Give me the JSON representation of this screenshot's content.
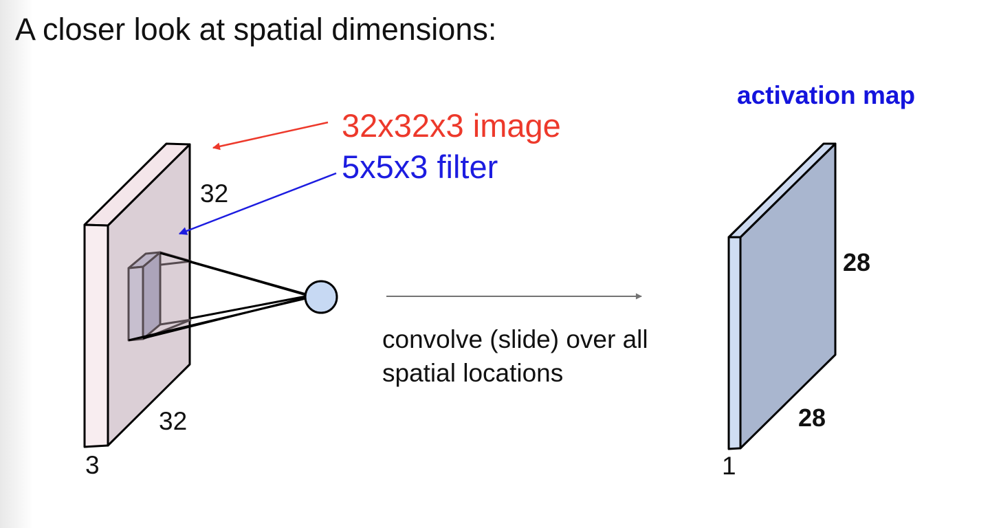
{
  "slide": {
    "title": "A closer look at spatial dimensions:",
    "annotations": {
      "image_label": "32x32x3 image",
      "filter_label": "5x5x3 filter"
    },
    "convolve_caption": {
      "line1": "convolve (slide) over all",
      "line2": "spatial locations"
    },
    "input_volume": {
      "top_dim": "32",
      "bottom_dim": "32",
      "depth_dim": "3"
    },
    "output_volume": {
      "title": "activation map",
      "right_dim": "28",
      "bottom_dim": "28",
      "depth_dim": "1"
    },
    "colors": {
      "image_annotation_red": "#ed392b",
      "filter_annotation_blue": "#1c1ce0",
      "activation_map_blue": "#1414dd",
      "convolve_arrow_gray": "#737373",
      "input_face_pink": "#dbcfd6",
      "output_face_blue": "#a9b6cf",
      "neuron_fill_blue": "#c7d9f3"
    }
  }
}
